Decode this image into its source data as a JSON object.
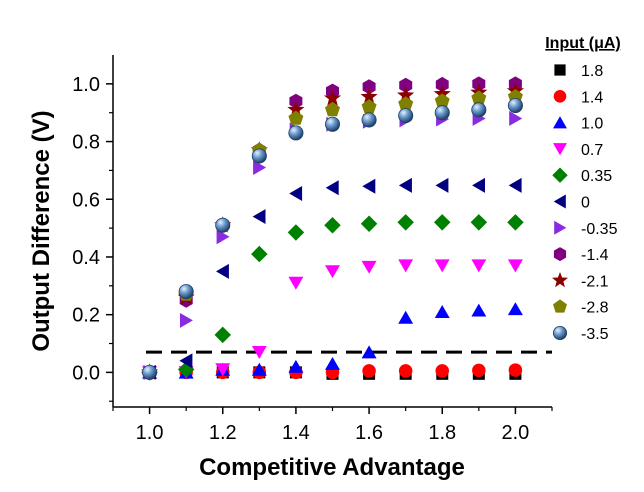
{
  "chart_data": {
    "type": "scatter",
    "title": "",
    "xlabel": "Competitive Advantage",
    "ylabel": "Output Difference (V)",
    "xlim": [
      0.9,
      2.1
    ],
    "ylim": [
      -0.12,
      1.1
    ],
    "xticks": [
      1.0,
      1.2,
      1.4,
      1.6,
      1.8,
      2.0
    ],
    "xtick_labels": [
      "1.0",
      "1.2",
      "1.4",
      "1.6",
      "1.8",
      "2.0"
    ],
    "yticks": [
      0.0,
      0.2,
      0.4,
      0.6,
      0.8,
      1.0
    ],
    "ytick_labels": [
      "0.0",
      "0.2",
      "0.4",
      "0.6",
      "0.8",
      "1.0"
    ],
    "grid": false,
    "legend_title": "Input (μA)",
    "legend_position": "right",
    "threshold_line": {
      "y": 0.07,
      "style": "dashed",
      "color": "#000000"
    },
    "x": [
      1.0,
      1.1,
      1.2,
      1.3,
      1.4,
      1.5,
      1.6,
      1.7,
      1.8,
      1.9,
      2.0
    ],
    "series": [
      {
        "name": "1.8",
        "marker": "square",
        "color": "#000000",
        "values": [
          0.0,
          0.0,
          0.0,
          0.0,
          0.0,
          -0.005,
          -0.005,
          -0.005,
          -0.005,
          -0.005,
          -0.005
        ]
      },
      {
        "name": "1.4",
        "marker": "circle",
        "color": "#ff0000",
        "values": [
          0.0,
          0.0,
          0.0,
          0.0,
          0.0,
          0.0,
          0.005,
          0.005,
          0.005,
          0.007,
          0.008
        ]
      },
      {
        "name": "1.0",
        "marker": "triangle-up",
        "color": "#0000ff",
        "values": [
          0.0,
          0.0,
          0.01,
          0.01,
          0.02,
          0.03,
          0.07,
          0.19,
          0.21,
          0.215,
          0.22
        ]
      },
      {
        "name": "0.7",
        "marker": "triangle-down",
        "color": "#ff00ff",
        "values": [
          0.0,
          0.0,
          0.01,
          0.07,
          0.31,
          0.35,
          0.365,
          0.37,
          0.37,
          0.37,
          0.37
        ]
      },
      {
        "name": "0.35",
        "marker": "diamond",
        "color": "#008000",
        "values": [
          0.0,
          0.01,
          0.13,
          0.41,
          0.485,
          0.51,
          0.515,
          0.52,
          0.52,
          0.52,
          0.52
        ]
      },
      {
        "name": "0",
        "marker": "triangle-left",
        "color": "#000080",
        "values": [
          0.0,
          0.04,
          0.35,
          0.54,
          0.62,
          0.64,
          0.645,
          0.648,
          0.648,
          0.648,
          0.648
        ]
      },
      {
        "name": "-0.35",
        "marker": "triangle-right",
        "color": "#8a2be2",
        "values": [
          0.0,
          0.18,
          0.47,
          0.71,
          0.84,
          0.86,
          0.87,
          0.875,
          0.878,
          0.88,
          0.88
        ]
      },
      {
        "name": "-1.4",
        "marker": "hexagon",
        "color": "#800080",
        "values": [
          0.0,
          0.25,
          0.51,
          0.77,
          0.94,
          0.975,
          0.99,
          0.995,
          0.998,
          1.0,
          1.0
        ]
      },
      {
        "name": "-2.1",
        "marker": "star",
        "color": "#8b0000",
        "values": [
          0.0,
          0.26,
          0.51,
          0.77,
          0.91,
          0.95,
          0.955,
          0.96,
          0.965,
          0.97,
          0.975
        ]
      },
      {
        "name": "-2.8",
        "marker": "pentagon",
        "color": "#808000",
        "values": [
          0.0,
          0.27,
          0.51,
          0.77,
          0.88,
          0.91,
          0.92,
          0.93,
          0.94,
          0.95,
          0.955
        ]
      },
      {
        "name": "-3.5",
        "marker": "sphere",
        "color": "#4a7fb5",
        "values": [
          0.0,
          0.28,
          0.51,
          0.75,
          0.83,
          0.86,
          0.875,
          0.89,
          0.9,
          0.91,
          0.925
        ]
      }
    ]
  }
}
